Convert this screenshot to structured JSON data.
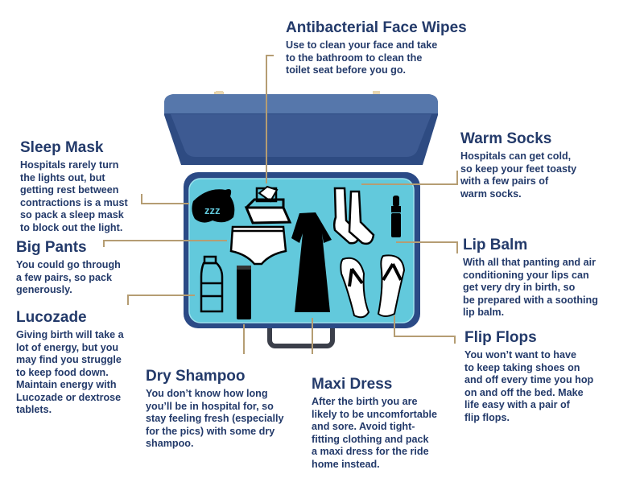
{
  "colors": {
    "text": "#233a6a",
    "leader": "#b59d73",
    "lid": "#3d5a92",
    "lid_rim": "#5677ab",
    "case": "#2b4a86",
    "interior": "#62c9dc",
    "icon": "#000000",
    "handle": "#3b3f4a"
  },
  "items": {
    "wipes": {
      "title": "Antibacterial Face Wipes",
      "lines": [
        "Use to clean your face and take",
        "to the bathroom to clean the",
        "toilet seat before you go."
      ],
      "icon": "wipes-icon"
    },
    "socks": {
      "title": "Warm Socks",
      "lines": [
        "Hospitals can get cold,",
        "so keep your feet toasty",
        "with a few pairs of",
        "warm socks."
      ],
      "icon": "socks-icon"
    },
    "mask": {
      "title": "Sleep Mask",
      "lines": [
        "Hospitals rarely turn",
        "the lights out, but",
        "getting rest between",
        "contractions is a must",
        "so pack a sleep mask",
        "to block out the light."
      ],
      "icon": "sleep-mask-icon",
      "icon_text": "zzz"
    },
    "pants": {
      "title": "Big Pants",
      "lines": [
        "You could go through",
        "a few pairs, so pack",
        "generously."
      ],
      "icon": "pants-icon"
    },
    "lucozade": {
      "title": "Lucozade",
      "lines": [
        "Giving birth will take a",
        "lot of energy, but you",
        "may find you struggle",
        "to keep food down.",
        "Maintain energy with",
        "Lucozade or dextrose",
        "tablets."
      ],
      "icon": "bottle-icon"
    },
    "lipbalm": {
      "title": "Lip Balm",
      "lines": [
        "With all that panting and air",
        "conditioning your lips can",
        "get very dry in birth, so",
        "be prepared with a soothing",
        "lip balm."
      ],
      "icon": "lip-balm-icon"
    },
    "flipflops": {
      "title": "Flip Flops",
      "lines": [
        "You won’t want to have",
        "to keep taking shoes on",
        "and off every time you hop",
        "on and off the bed. Make",
        "life easy with a pair of",
        "flip flops."
      ],
      "icon": "flip-flops-icon"
    },
    "shampoo": {
      "title": "Dry Shampoo",
      "lines": [
        "You don’t know how long",
        "you’ll be in hospital for, so",
        "stay feeling fresh (especially",
        "for the pics) with some dry",
        "shampoo."
      ],
      "icon": "dry-shampoo-icon"
    },
    "dress": {
      "title": "Maxi Dress",
      "lines": [
        "After the birth you are",
        "likely to be uncomfortable",
        "and sore. Avoid tight-",
        "fitting clothing and pack",
        "a maxi dress for the ride",
        "home instead."
      ],
      "icon": "maxi-dress-icon"
    }
  }
}
